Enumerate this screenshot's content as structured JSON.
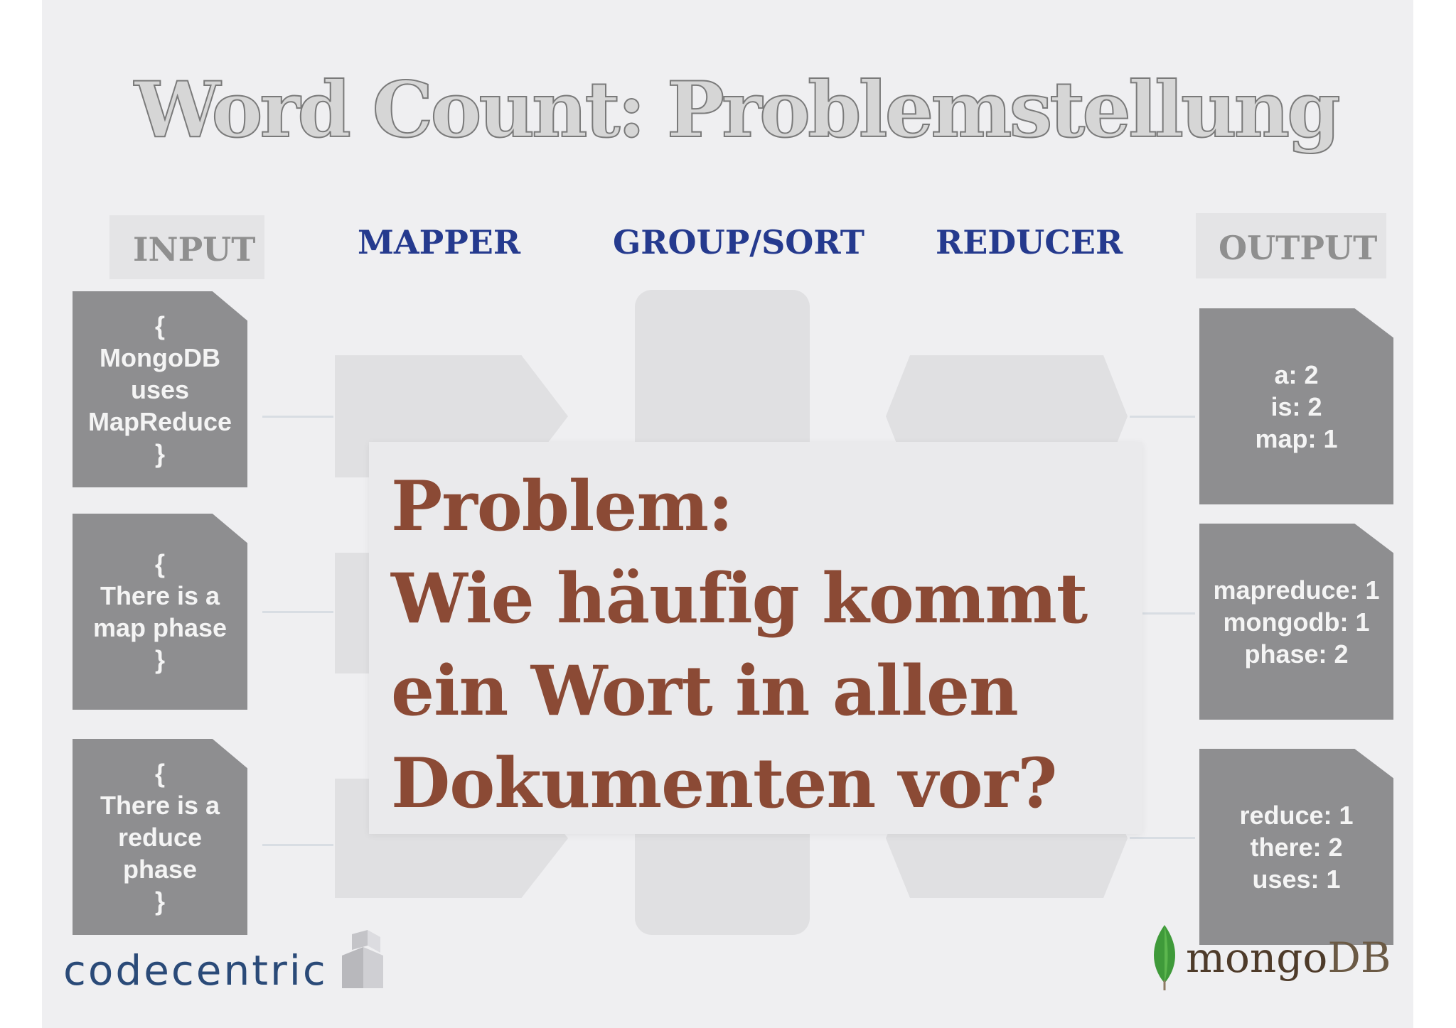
{
  "title": "Word Count: Problemstellung",
  "columns": {
    "input": "INPUT",
    "mapper": "MAPPER",
    "group_sort": "GROUP/SORT",
    "reducer": "REDUCER",
    "output": "OUTPUT"
  },
  "input_docs": [
    {
      "lines": [
        "{",
        "MongoDB",
        "uses",
        "MapReduce",
        "}"
      ]
    },
    {
      "lines": [
        "{",
        "There is a",
        "map phase",
        "}"
      ]
    },
    {
      "lines": [
        "{",
        "There is a",
        "reduce",
        "phase",
        "}"
      ]
    }
  ],
  "output_docs": [
    {
      "lines": [
        "a: 2",
        "is: 2",
        "map: 1"
      ]
    },
    {
      "lines": [
        "mapreduce: 1",
        "mongodb: 1",
        "phase: 2"
      ]
    },
    {
      "lines": [
        "reduce: 1",
        "there: 2",
        "uses: 1"
      ]
    }
  ],
  "problem": {
    "lines": [
      "Problem:",
      "Wie häufig kommt",
      "ein Wort in allen",
      "Dokumenten vor?"
    ]
  },
  "logos": {
    "left": "codecentric",
    "right_prefix": "mongo",
    "right_suffix": "DB"
  },
  "colors": {
    "title": "#7a7a7a",
    "header_blue": "#253a8e",
    "header_grey": "#8f8f8f",
    "doc_fill": "#8e8e90",
    "problem_text": "#8b4a35",
    "codecentric": "#2a4a78",
    "mongodb_leaf": "#3f9a3a"
  }
}
